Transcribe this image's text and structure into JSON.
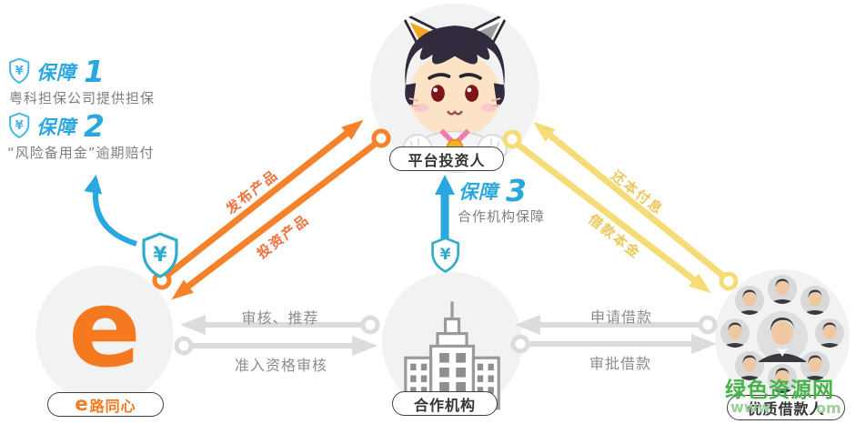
{
  "guarantees": [
    {
      "label": "保障",
      "num": "1",
      "desc": "粤科担保公司提供担保"
    },
    {
      "label": "保障",
      "num": "2",
      "desc": "“风险备用金”逾期赔付"
    },
    {
      "label": "保障",
      "num": "3",
      "desc": "合作机构保障"
    }
  ],
  "nodes": {
    "investor": {
      "label": "平台投资人"
    },
    "platform": {
      "logo": "e",
      "label_prefix": "e",
      "label_rest": "路同心"
    },
    "agency": {
      "label": "合作机构"
    },
    "borrowers": {
      "label": "优质借款人"
    }
  },
  "flows": {
    "publish": "发布产品",
    "invest": "投资产品",
    "review": "审核、推荐",
    "qualify": "准入资格审核",
    "apply": "申请借款",
    "approve": "审批借款",
    "repay": "还本付息",
    "principal": "借款本金"
  },
  "icons": {
    "yuan": "¥"
  },
  "watermark": {
    "site": "绿色资源网",
    "url_left": "www",
    "url_right": "om"
  },
  "colors": {
    "orange": "#F5822A",
    "yellow": "#F6DC77",
    "blue": "#2AA7DF",
    "teal": "#2FACCB",
    "gray_arrow": "#DCDCDC",
    "gray_text": "#8C8C8C",
    "green": "#45B349",
    "node_bg": "#F2F2F2",
    "e_orange": "#F5791E"
  }
}
